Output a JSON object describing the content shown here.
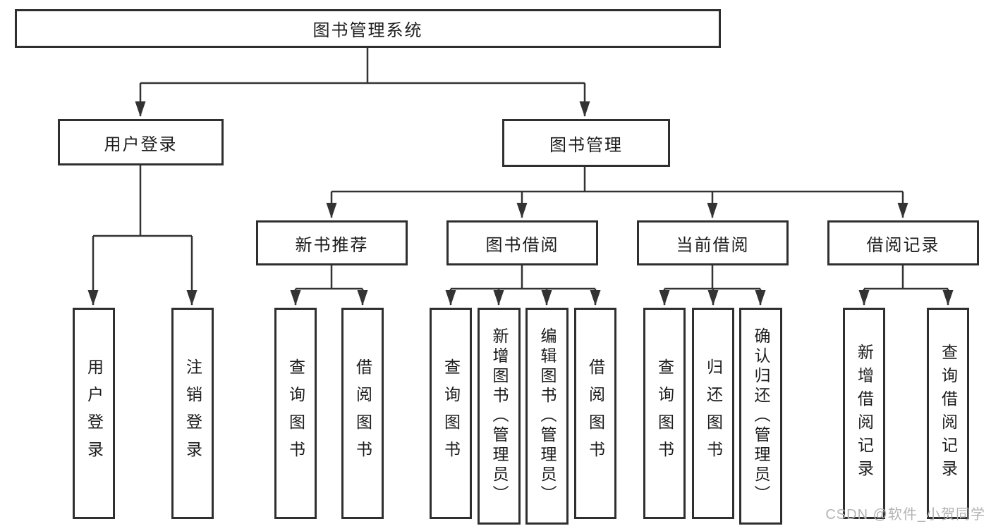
{
  "diagram": {
    "title": "图书管理系统",
    "user_branch": {
      "label": "用户登录",
      "children": [
        "用户登录",
        "注销登录"
      ]
    },
    "book_branch": {
      "label": "图书管理",
      "groups": [
        {
          "label": "新书推荐",
          "children": [
            "查询图书",
            "借阅图书"
          ]
        },
        {
          "label": "图书借阅",
          "children": [
            "查询图书",
            "新增图书（管理员）",
            "编辑图书（管理员）",
            "借阅图书"
          ]
        },
        {
          "label": "当前借阅",
          "children": [
            "查询图书",
            "归还图书",
            "确认归还（管理员）"
          ]
        },
        {
          "label": "借阅记录",
          "children": [
            "新增借阅记录",
            "查询借阅记录"
          ]
        }
      ]
    },
    "colors": {
      "line": "#333333",
      "border": "#2f2f2f",
      "text": "#1c1c1c",
      "watermark": "#b3b3b3"
    }
  },
  "watermark": "CSDN @软件_小贺同学"
}
